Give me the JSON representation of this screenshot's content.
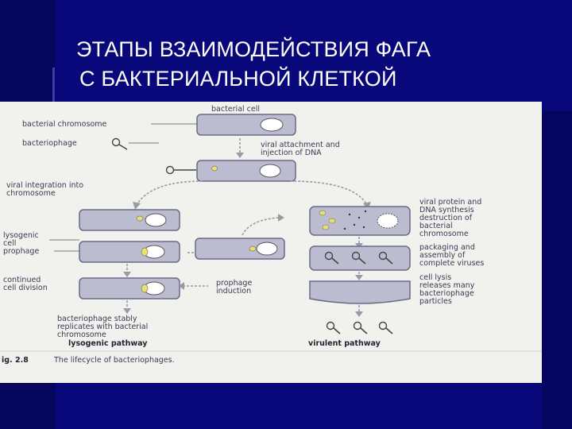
{
  "slide": {
    "title_line1": "ЭТАПЫ ВЗАИМОДЕЙСТВИЯ ФАГА",
    "title_line2": "С БАКТЕРИАЛЬНОЙ КЛЕТКОЙ",
    "colors": {
      "background": "#08087a",
      "figure_bg": "#f1f1ee",
      "cell": "#bcbcd0",
      "phage_dna": "#e8e070"
    }
  },
  "figure": {
    "labels": {
      "bacterial_cell": "bacterial cell",
      "bacterial_chromosome": "bacterial chromosome",
      "bacteriophage": "bacteriophage",
      "attach_1": "viral attachment and",
      "attach_2": "injection of DNA",
      "integration_1": "viral integration into",
      "integration_2": "chromosome",
      "lysogenic_cell_1": "lysogenic",
      "lysogenic_cell_2": "cell",
      "prophage": "prophage",
      "continued_1": "continued",
      "continued_2": "cell division",
      "induction_1": "prophage",
      "induction_2": "induction",
      "stably_1": "bacteriophage stably",
      "stably_2": "replicates with bacterial",
      "stably_3": "chromosome",
      "viral_protein_1": "viral protein and",
      "viral_protein_2": "DNA synthesis",
      "destruction_1": "destruction of",
      "destruction_2": "bacterial",
      "destruction_3": "chromosome",
      "packaging_1": "packaging and",
      "packaging_2": "assembly of",
      "packaging_3": "complete viruses",
      "lysis_1": "cell lysis",
      "lysis_2": "releases many",
      "lysis_3": "bacteriophage",
      "lysis_4": "particles",
      "lysogenic_pathway": "lysogenic pathway",
      "virulent_pathway": "virulent pathway",
      "caption_fig": "ig. 2.8",
      "caption_text": "The lifecycle of bacteriophages."
    }
  }
}
